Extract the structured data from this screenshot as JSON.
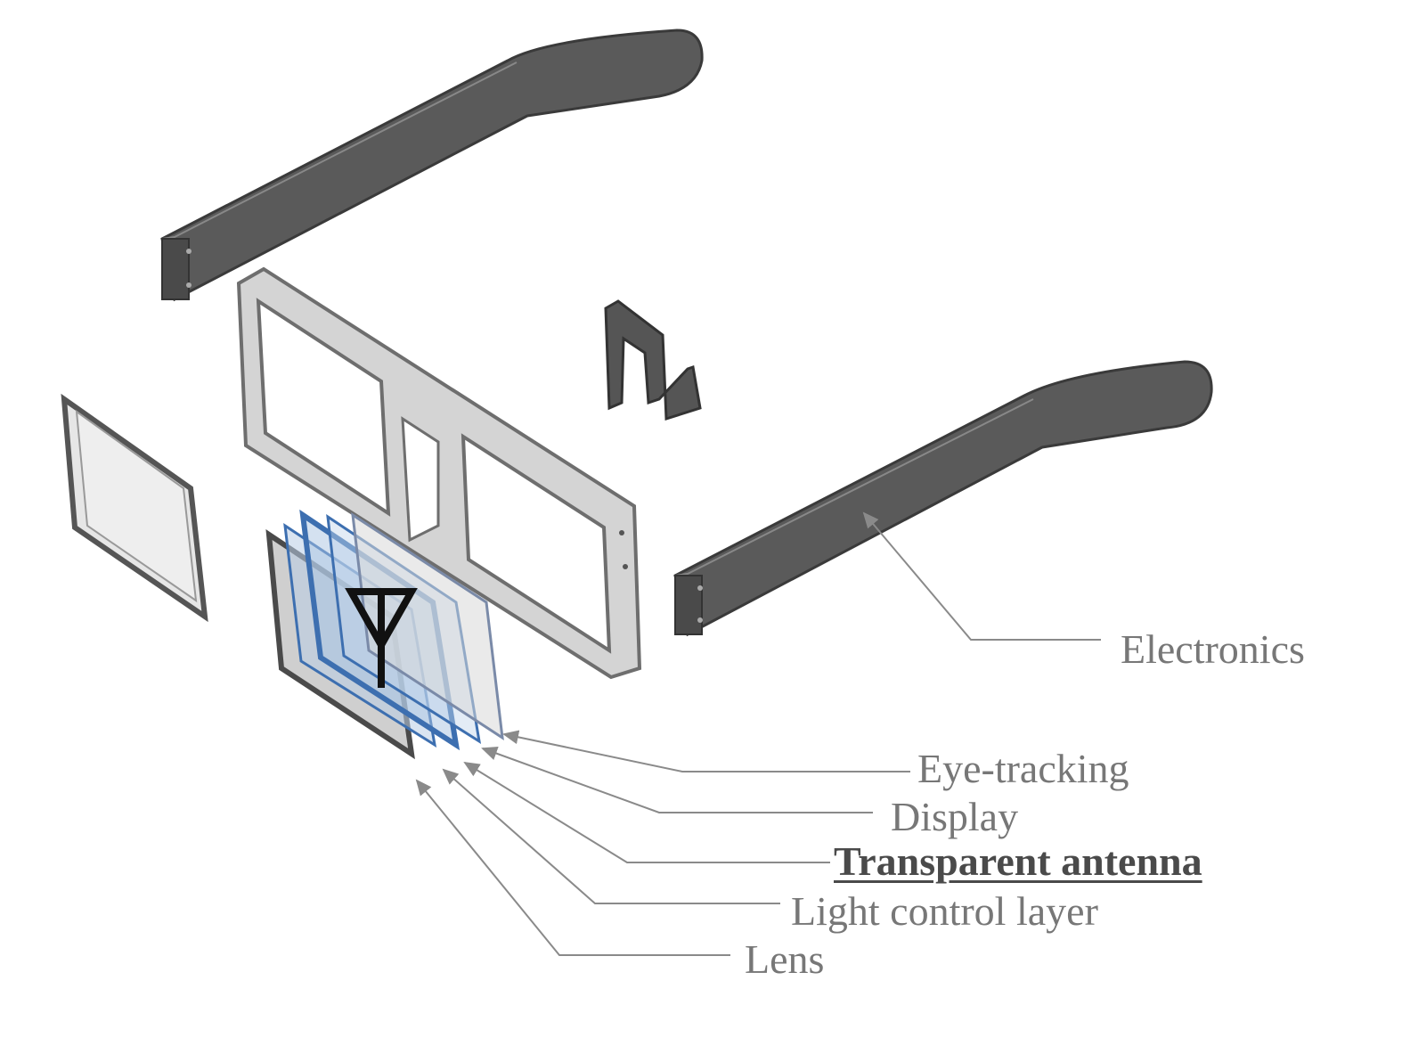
{
  "colors": {
    "background": "#ffffff",
    "part_dark": "#555555",
    "part_edge": "#3a3a3a",
    "frame_face": "#d8d8d8",
    "frame_edge": "#6e6e6e",
    "layer_blue": "#3d6fb0",
    "layer_fill": "#a9c3e2",
    "leader_line": "#8a8a8a",
    "label_text": "#777777",
    "label_emphasis": "#4a4a4a",
    "antenna_symbol": "#111111"
  },
  "labels": {
    "electronics": "Electronics",
    "eye_tracking": "Eye-tracking",
    "display": "Display",
    "transparent_antenna": "Transparent antenna",
    "light_control_layer": "Light control layer",
    "lens": "Lens"
  },
  "icons": {
    "antenna": "antenna-icon"
  }
}
